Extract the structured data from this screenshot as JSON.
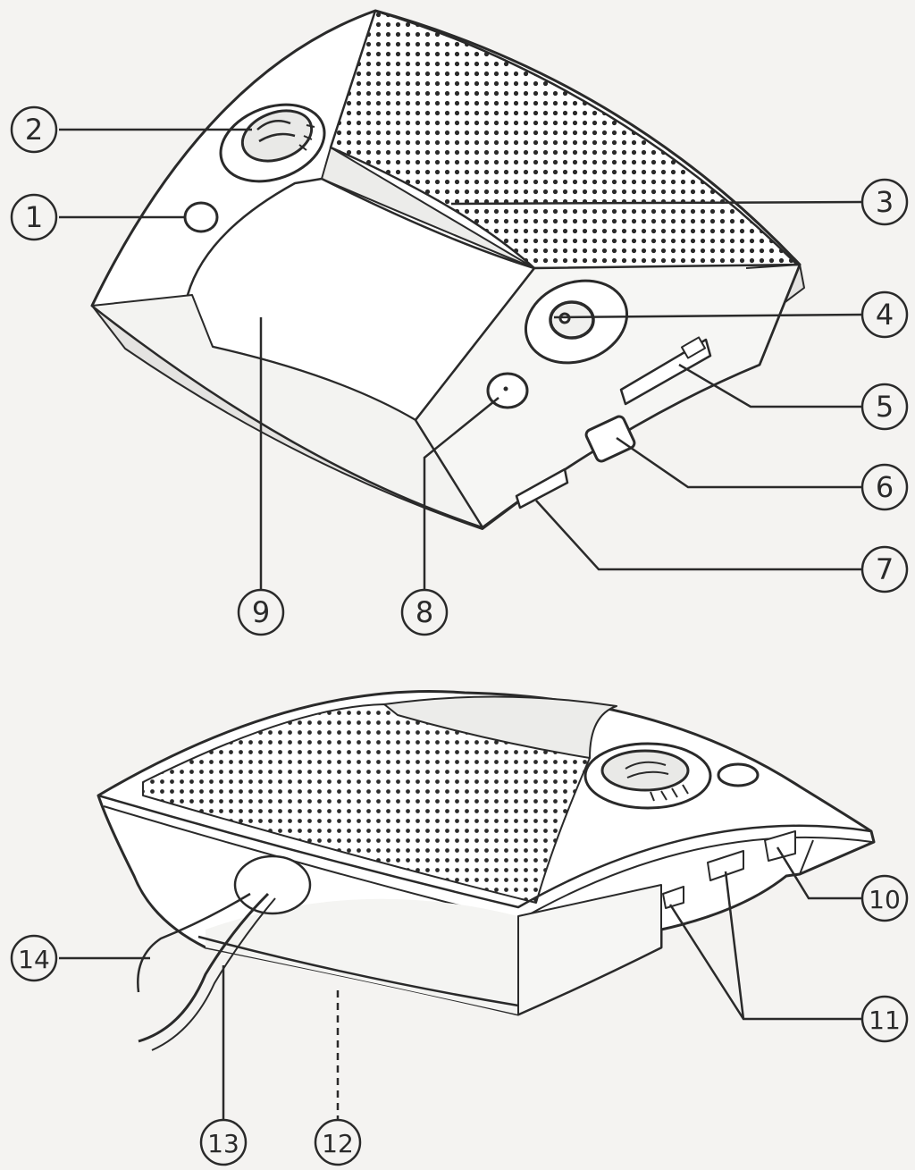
{
  "figure": {
    "background": "#f4f3f1",
    "line_color": "#2a2a2a",
    "fill_light": "#ffffff",
    "fill_shade": "#e4e3e1",
    "callouts": [
      {
        "id": "c1",
        "label": "1"
      },
      {
        "id": "c2",
        "label": "2"
      },
      {
        "id": "c3",
        "label": "3"
      },
      {
        "id": "c4",
        "label": "4"
      },
      {
        "id": "c5",
        "label": "5"
      },
      {
        "id": "c6",
        "label": "6"
      },
      {
        "id": "c7",
        "label": "7"
      },
      {
        "id": "c8",
        "label": "8"
      },
      {
        "id": "c9",
        "label": "9"
      },
      {
        "id": "c10",
        "label": "10"
      },
      {
        "id": "c11",
        "label": "11"
      },
      {
        "id": "c12",
        "label": "12"
      },
      {
        "id": "c13",
        "label": "13"
      },
      {
        "id": "c14",
        "label": "14"
      }
    ]
  }
}
